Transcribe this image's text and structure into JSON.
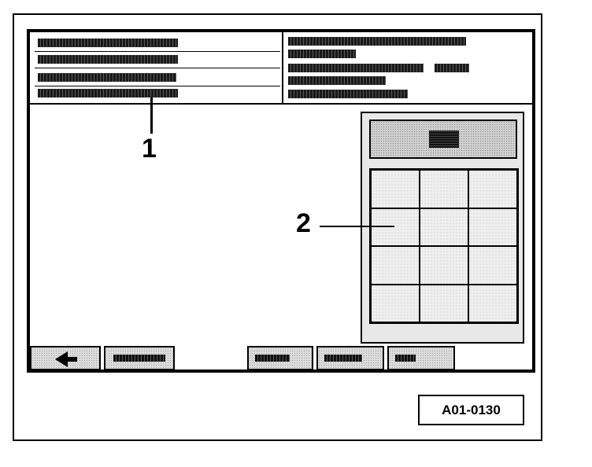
{
  "callouts": {
    "one": "1",
    "two": "2"
  },
  "reference_code": "A01-0130",
  "icons": {
    "back": "back-arrow-icon"
  },
  "keypad": {
    "rows": 4,
    "columns": 3
  }
}
